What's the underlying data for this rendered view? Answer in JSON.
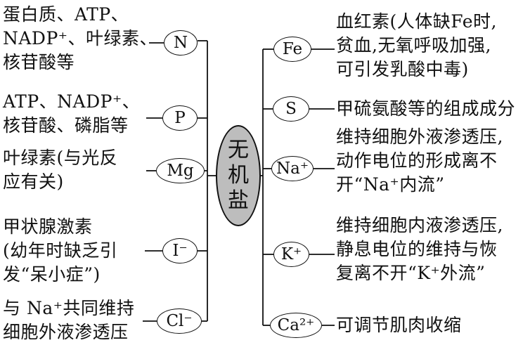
{
  "center": {
    "lines": [
      "无",
      "机",
      "盐"
    ]
  },
  "left": [
    {
      "symbol": "N",
      "lines": [
        "蛋白质、ATP、",
        "NADP⁺、叶绿素、",
        "核苷酸等"
      ]
    },
    {
      "symbol": "P",
      "lines": [
        "ATP、NADP⁺、",
        "核苷酸、磷脂等"
      ]
    },
    {
      "symbol": "Mg",
      "lines": [
        "叶绿素(与光反",
        "应有关)"
      ]
    },
    {
      "symbol": "I⁻",
      "lines": [
        "甲状腺激素",
        "(幼年时缺乏引",
        "发“呆小症”)"
      ]
    },
    {
      "symbol": "Cl⁻",
      "lines": [
        "与 Na⁺共同维持",
        "细胞外液渗透压"
      ]
    }
  ],
  "right": [
    {
      "symbol": "Fe",
      "lines": [
        "血红素(人体缺Fe时,",
        "贫血,无氧呼吸加强,",
        "可引发乳酸中毒)"
      ]
    },
    {
      "symbol": "S",
      "lines": [
        "甲硫氨酸等的组成成分"
      ]
    },
    {
      "symbol": "Na⁺",
      "lines": [
        "维持细胞外液渗透压,",
        "动作电位的形成离不",
        "开“Na⁺内流”"
      ]
    },
    {
      "symbol": "K⁺",
      "lines": [
        "维持细胞内液渗透压,",
        "静息电位的维持与恢",
        "复离不开“K⁺外流”"
      ]
    },
    {
      "symbol": "Ca²⁺",
      "lines": [
        "可调节肌肉收缩"
      ]
    }
  ]
}
